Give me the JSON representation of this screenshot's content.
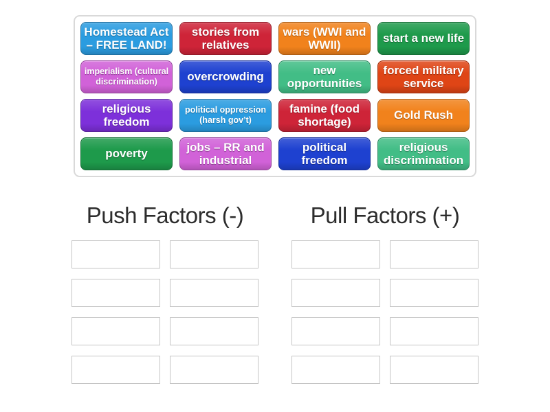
{
  "board": {
    "tiles": [
      {
        "label": "Homestead Act – FREE LAND!",
        "color": "#2b9ce0",
        "text_size": "normal"
      },
      {
        "label": "stories from relatives",
        "color": "#ce2438",
        "text_size": "normal"
      },
      {
        "label": "wars (WWI and WWII)",
        "color": "#f1821c",
        "text_size": "normal"
      },
      {
        "label": "start a new life",
        "color": "#1e9a4b",
        "text_size": "normal"
      },
      {
        "label": "imperialism (cultural discrimination)",
        "color": "#d162d8",
        "text_size": "small"
      },
      {
        "label": "overcrowding",
        "color": "#1e41d0",
        "text_size": "normal"
      },
      {
        "label": "new opportunities",
        "color": "#42bd86",
        "text_size": "normal"
      },
      {
        "label": "forced military service",
        "color": "#df4516",
        "text_size": "normal"
      },
      {
        "label": "religious freedom",
        "color": "#7d30da",
        "text_size": "normal"
      },
      {
        "label": "political oppression (harsh gov’t)",
        "color": "#2b9ce0",
        "text_size": "small"
      },
      {
        "label": "famine (food shortage)",
        "color": "#ce2438",
        "text_size": "normal"
      },
      {
        "label": "Gold Rush",
        "color": "#f1821c",
        "text_size": "normal"
      },
      {
        "label": "poverty",
        "color": "#1e9a4b",
        "text_size": "normal"
      },
      {
        "label": "jobs – RR and industrial",
        "color": "#d162d8",
        "text_size": "normal"
      },
      {
        "label": "political freedom",
        "color": "#1e41d0",
        "text_size": "normal"
      },
      {
        "label": "religious discrimination",
        "color": "#42bd86",
        "text_size": "normal"
      }
    ]
  },
  "groups": [
    {
      "title": "Push Factors (-)",
      "slot_count": 8
    },
    {
      "title": "Pull Factors (+)",
      "slot_count": 8
    }
  ],
  "colors": {
    "page_background": "#ffffff",
    "board_border": "#d9d9d9",
    "slot_border": "#c5c5c5",
    "title_text": "#2d2d2d",
    "tile_text": "#ffffff"
  }
}
